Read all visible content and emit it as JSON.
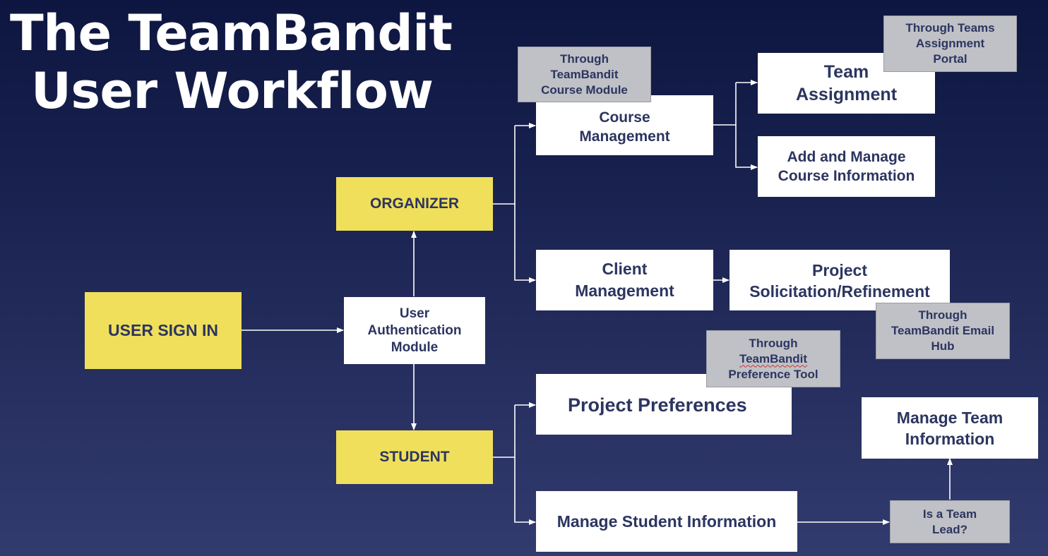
{
  "title": {
    "line1": "The TeamBandit",
    "line2": "User Workflow"
  },
  "nodes": {
    "user_sign_in": "USER SIGN IN",
    "auth_module": "User\nAuthentication\nModule",
    "organizer": "ORGANIZER",
    "student": "STUDENT",
    "course_management": "Course\nManagement",
    "team_assignment": "Team\nAssignment",
    "add_course_info": "Add and Manage\nCourse Information",
    "client_management": "Client\nManagement",
    "project_solicitation": "Project\nSolicitation/Refinement",
    "project_preferences": "Project Preferences",
    "manage_team_info": "Manage Team\nInformation",
    "manage_student_info": "Manage Student Information"
  },
  "notes": {
    "course_module": "Through\nTeamBandit\nCourse Module",
    "teams_portal": "Through Teams\nAssignment\nPortal",
    "email_hub": "Through\nTeamBandit Email\nHub",
    "preference_tool_l1": "Through",
    "preference_tool_l2": "TeamBandit",
    "preference_tool_l3": "Preference Tool",
    "team_lead": "Is a Team\nLead?"
  },
  "colors": {
    "background_top": "#0d1640",
    "background_bottom": "#323b6e",
    "accent_yellow": "#f0df5a",
    "box_white": "#ffffff",
    "note_gray": "#bfc1c6",
    "box_text": "#2c3560",
    "connector": "#ffffff"
  }
}
